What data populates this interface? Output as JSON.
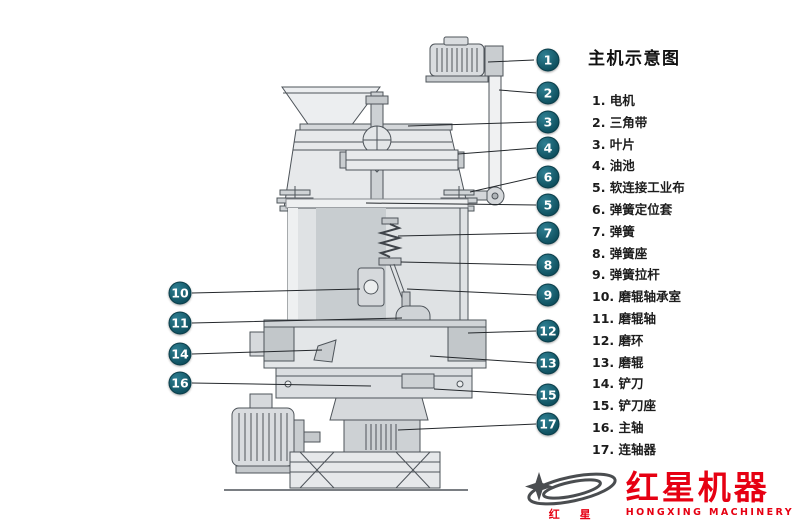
{
  "title": "主机示意图",
  "legend": {
    "items": [
      "1. 电机",
      "2. 三角带",
      "3. 叶片",
      "4. 油池",
      "5. 软连接工业布",
      "6. 弹簧定位套",
      "7. 弹簧",
      "8. 弹簧座",
      "9. 弹簧拉杆",
      "10. 磨辊轴承室",
      "11. 磨辊轴",
      "12. 磨环",
      "13. 磨辊",
      "14. 铲刀",
      "15. 铲刀座",
      "16. 主轴",
      "17. 连轴器"
    ]
  },
  "callouts": [
    "1",
    "2",
    "3",
    "4",
    "5",
    "6",
    "7",
    "8",
    "9",
    "10",
    "11",
    "12",
    "13",
    "14",
    "15",
    "16",
    "17"
  ],
  "logo": {
    "brand_cn": "红星机器",
    "brand_en": "HONGXING MACHINERY",
    "emblem_cn": "红 星"
  },
  "colors": {
    "callout_fill": "#0e4f5e",
    "brand_red": "#e60012",
    "machine_line": "#4e545a",
    "leader_line": "#24282c"
  }
}
